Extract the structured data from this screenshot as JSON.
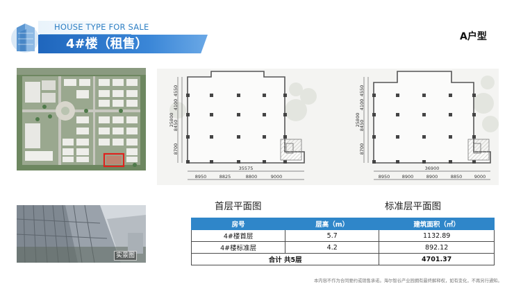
{
  "header": {
    "subtitle_en": "HOUSE TYPE FOR SALE",
    "title": "4#楼（租售）",
    "unit_type": "A户型"
  },
  "plans": {
    "ground": {
      "caption": "首层平面图",
      "vertical_dims": [
        "4550",
        "4100",
        "8450",
        "8700"
      ],
      "total_vertical": "25800",
      "total_width": "35575",
      "bay_dims": [
        "8950",
        "8825",
        "8800",
        "9000"
      ]
    },
    "standard": {
      "caption": "标准层平面图",
      "vertical_dims": [
        "4550",
        "4100",
        "8450",
        "8700"
      ],
      "total_vertical": "25800",
      "total_width": "36900",
      "bay_dims": [
        "8950",
        "8900",
        "8900",
        "8850",
        "9000"
      ]
    }
  },
  "photo": {
    "label": "实景图"
  },
  "table": {
    "headers": [
      "房号",
      "层高（m）",
      "建筑面积（㎡）"
    ],
    "rows": [
      [
        "4#楼首层",
        "5.7",
        "1132.89"
      ],
      [
        "4#楼标准层",
        "4.2",
        "892.12"
      ]
    ],
    "total_label": "合计 共5层",
    "total_value": "4701.37"
  },
  "footnote": "本内容不作为合同要约或销售承诺。海尔智谷产业园拥有最终解释权，如有变化，不再另行通知。",
  "colors": {
    "banner": "#2f7ccc",
    "table_header": "#2f86c9",
    "accent_line": "#7fb3de",
    "highlight": "#e0221d"
  }
}
